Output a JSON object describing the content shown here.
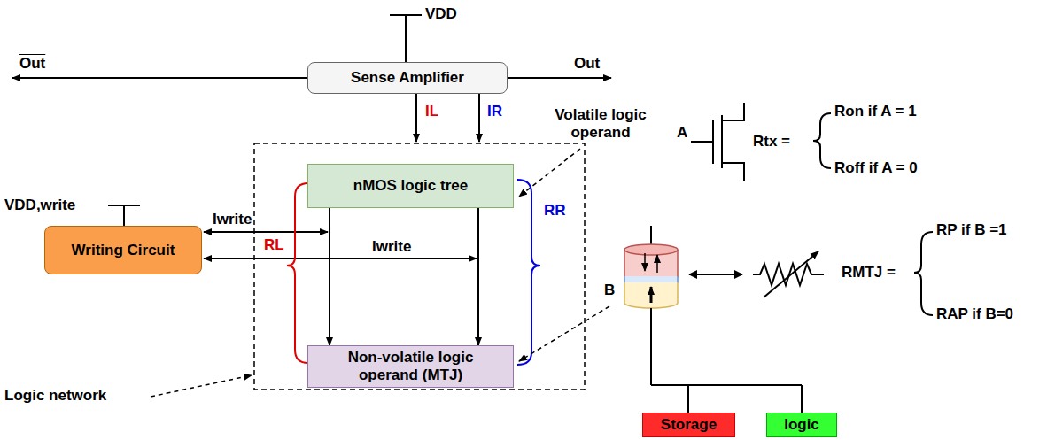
{
  "diagram": {
    "nodes": [
      {
        "text": [
          "Sense Amplifier"
        ]
      },
      {
        "text": [
          "nMOS logic tree"
        ]
      },
      {
        "text": [
          "Writing Circuit"
        ]
      },
      {
        "text": [
          "Non-volatile logic operand (MTJ)"
        ]
      },
      {
        "text": [
          "Storage"
        ]
      },
      {
        "text": [
          "logic"
        ]
      }
    ],
    "edges": [
      {
        "from": 1,
        "to": 3,
        "arrow": "to"
      },
      {
        "from": 1,
        "to": 3,
        "arrow": "to"
      }
    ],
    "labels": [
      "VDD",
      "Out",
      "Out",
      "IL",
      "IR",
      "VDD,write",
      "Iwrite",
      "Iwrite",
      "RL",
      "RR",
      "Volatile logic operand",
      "A",
      "Rtx =",
      "Ron if A = 1",
      "Roff if A = 0",
      "B",
      "RMTJ =",
      "RP if B =1",
      "RAP if B=0",
      "Logic network"
    ]
  }
}
